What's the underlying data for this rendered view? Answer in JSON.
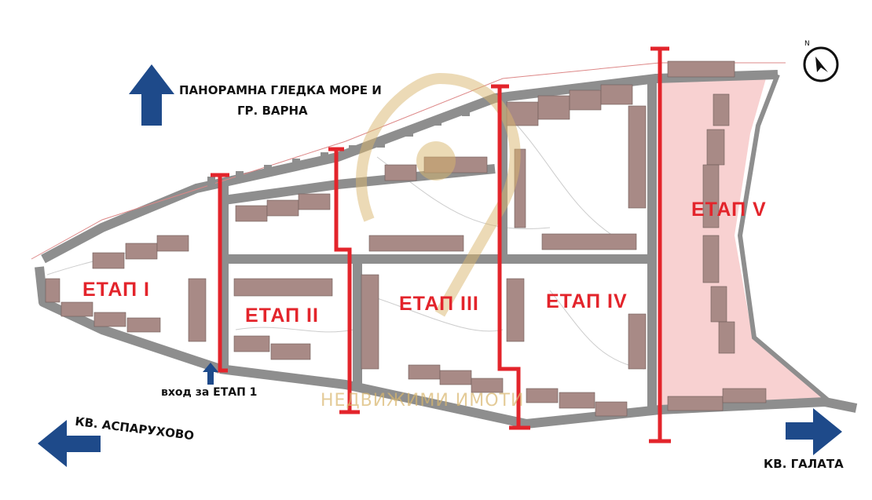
{
  "labels": {
    "panorama": "ПАНОРАМНА ГЛЕДКА МОРЕ И",
    "panorama2": "ГР. ВАРНА",
    "asparuhovo": "КВ. АСПАРУХОВО",
    "galata": "КВ. ГАЛАТА",
    "entrance": "вход за ЕТАП 1"
  },
  "stages": [
    "ЕТАП I",
    "ЕТАП II",
    "ЕТАП III",
    "ЕТАП IV",
    "ЕТАП V"
  ],
  "watermark": "НЕДВИЖИМИ ИМОТИ",
  "colors": {
    "road": "#8e8e8e",
    "building": "#a88a86",
    "stage_line": "#e3242b",
    "arrow": "#1e4a8a",
    "stage5_fill": "#f6c6c6",
    "watermark": "#d9b66d"
  }
}
